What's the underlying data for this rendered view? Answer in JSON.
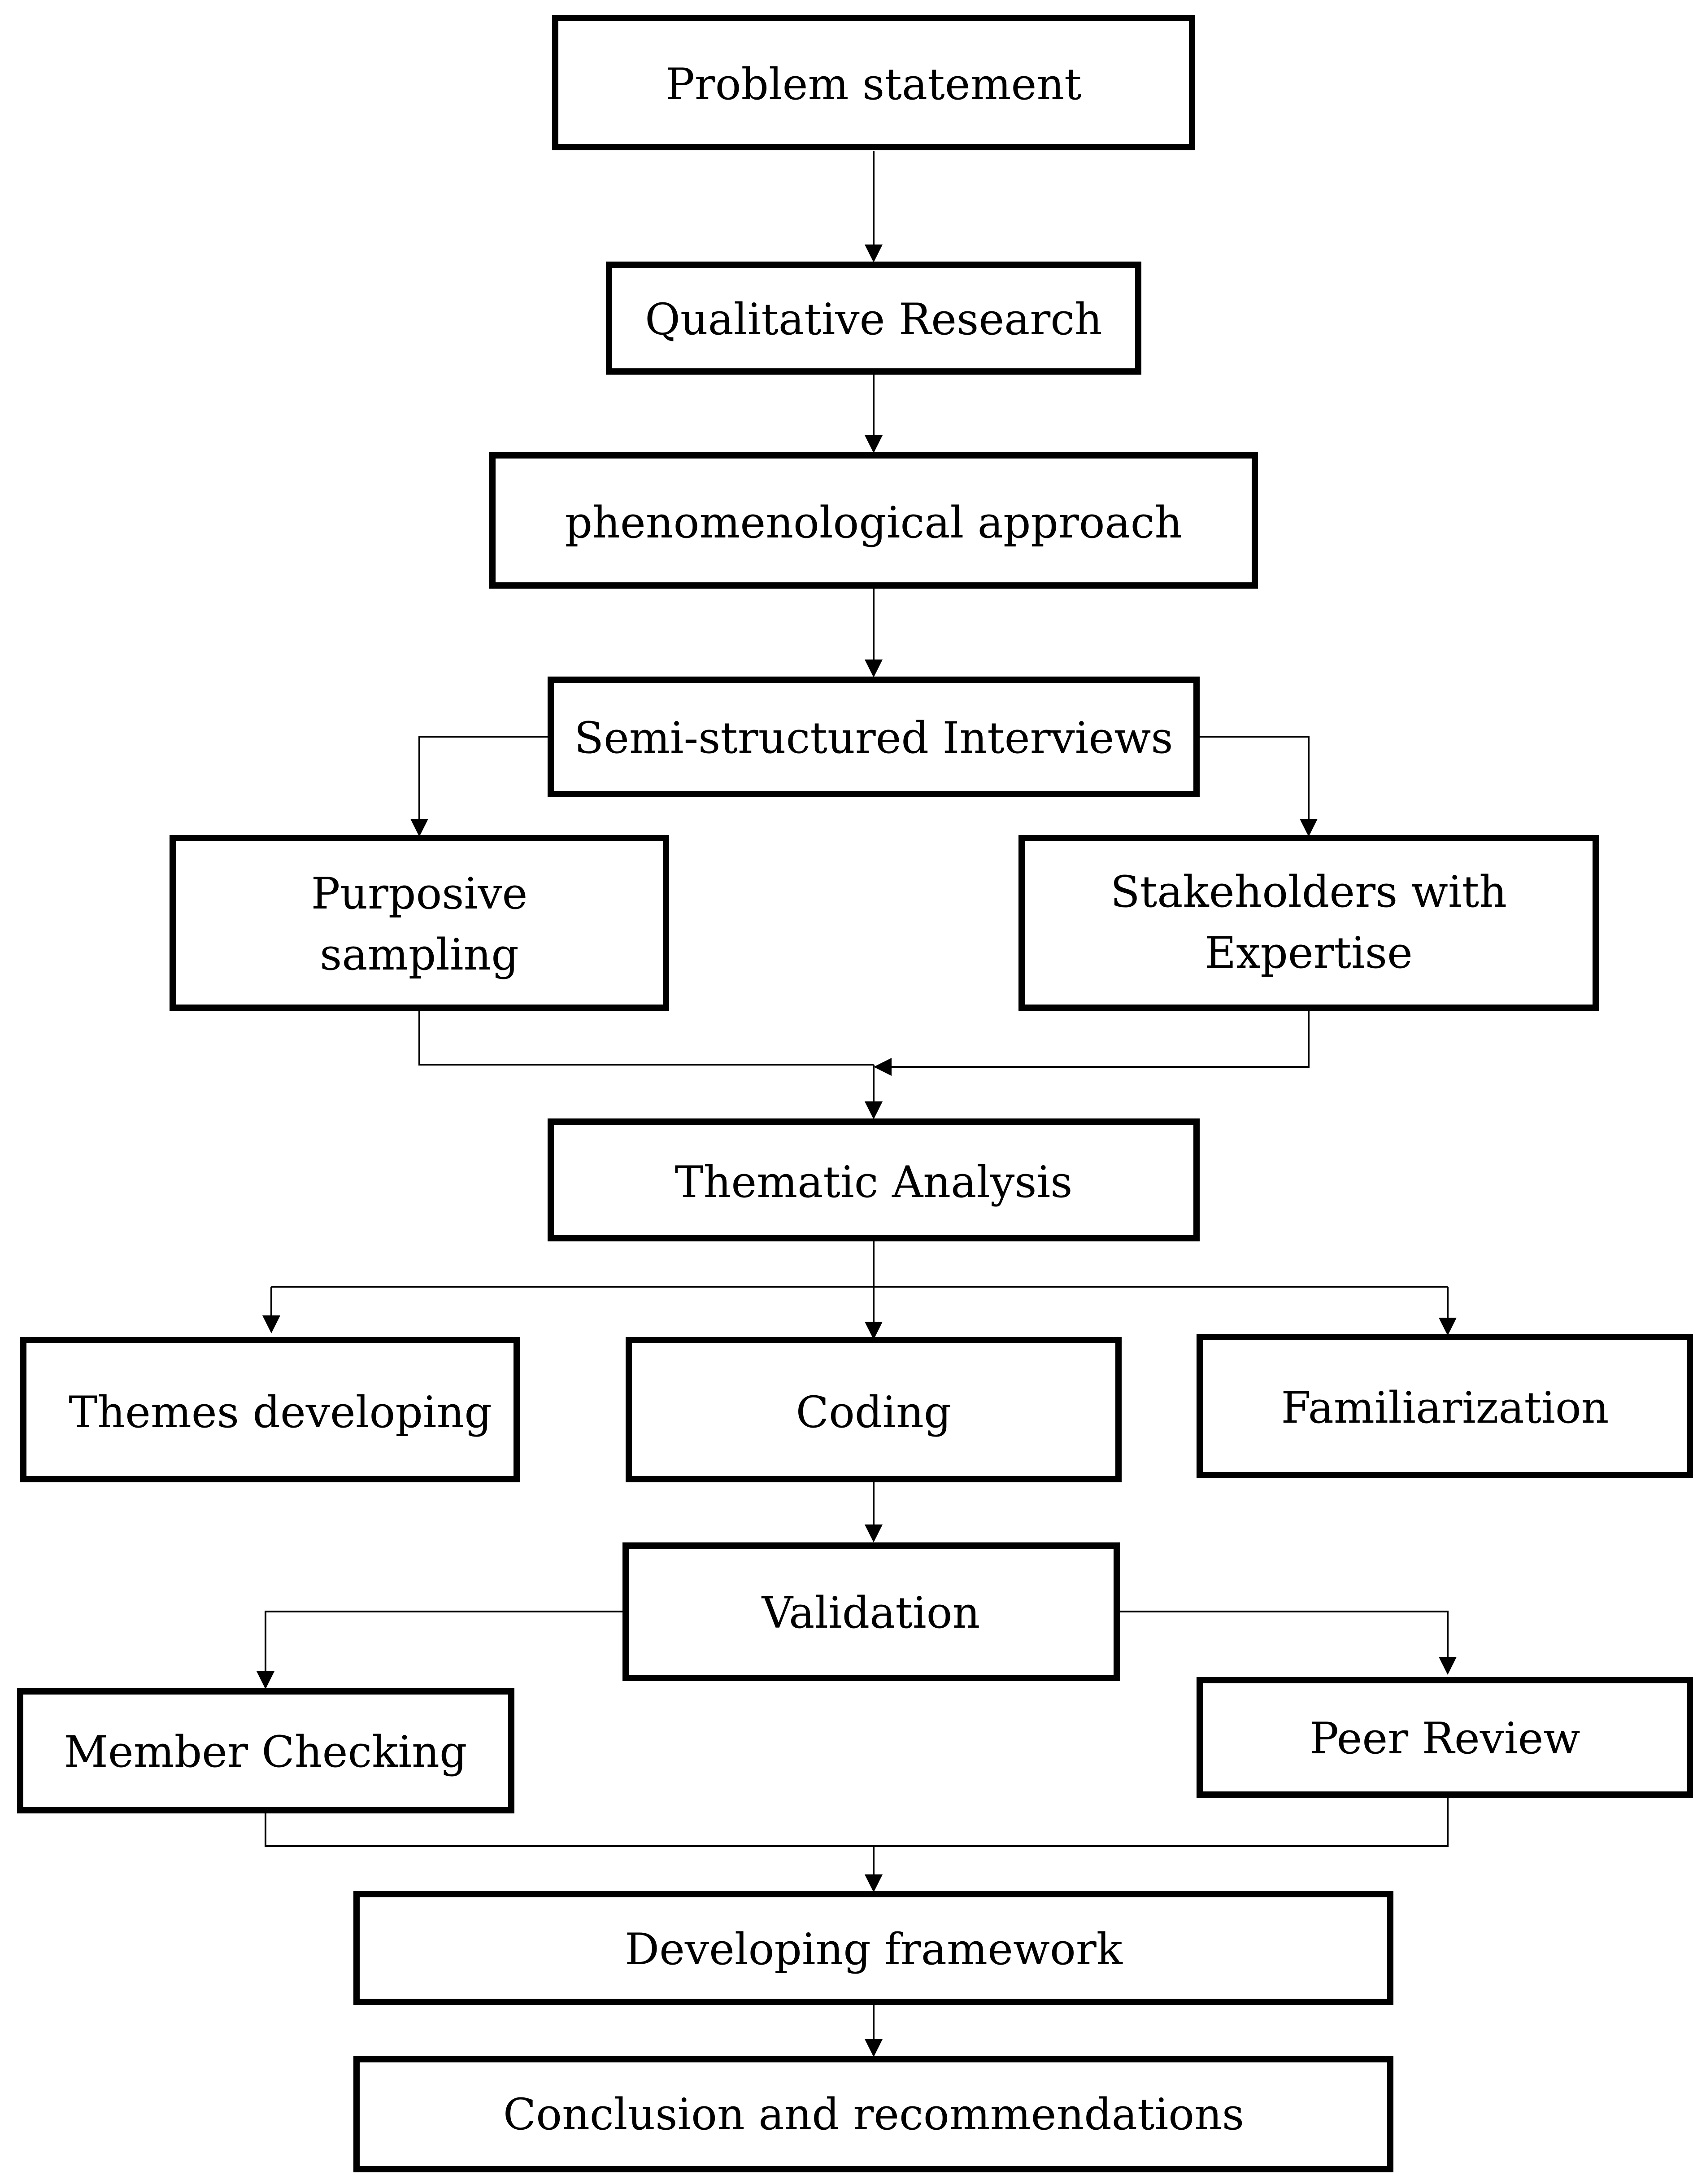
{
  "diagram": {
    "nodes": {
      "problem_statement": "Problem statement",
      "qualitative_research": "Qualitative Research",
      "phenomenological_approach": "phenomenological approach",
      "semi_structured_interviews": "Semi-structured Interviews",
      "purposive_sampling_line1": "Purposive",
      "purposive_sampling_line2": "sampling",
      "stakeholders_line1": "Stakeholders with",
      "stakeholders_line2": "Expertise",
      "thematic_analysis": "Thematic Analysis",
      "themes_developing": "Themes developing",
      "coding": "Coding",
      "familiarization": "Familiarization",
      "validation": "Validation",
      "member_checking": "Member Checking",
      "peer_review": "Peer Review",
      "developing_framework": "Developing framework",
      "conclusion": "Conclusion and recommendations"
    }
  }
}
